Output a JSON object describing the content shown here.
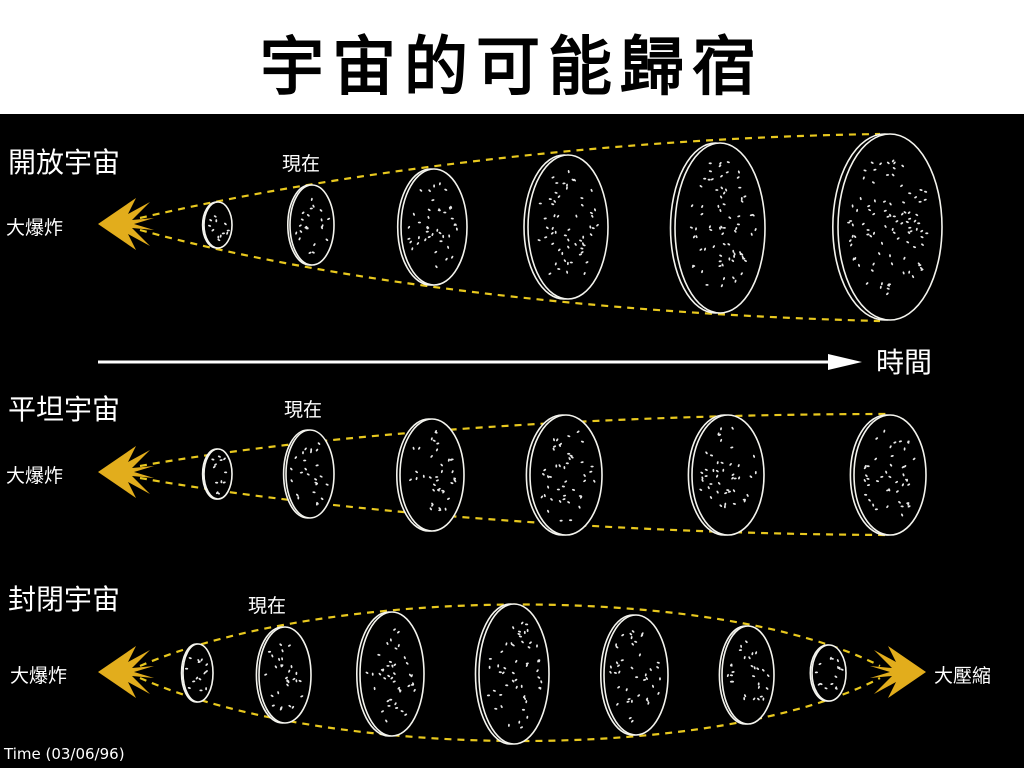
{
  "title": "宇宙的可能歸宿",
  "time_axis_label": "時間",
  "footer_text": "Time (03/06/96)",
  "colors": {
    "background": "#000000",
    "ellipse_stroke": "#f4f4ee",
    "dash": "#e8c81e",
    "burst": "#e2ad1c",
    "label": "#ffffff"
  },
  "scenarios": [
    {
      "name": "開放宇宙",
      "start_label": "大爆炸",
      "now_label": "現在",
      "end_label": ""
    },
    {
      "name": "平坦宇宙",
      "start_label": "大爆炸",
      "now_label": "現在",
      "end_label": ""
    },
    {
      "name": "封閉宇宙",
      "start_label": "大爆炸",
      "now_label": "現在",
      "end_label": "大壓縮"
    }
  ]
}
